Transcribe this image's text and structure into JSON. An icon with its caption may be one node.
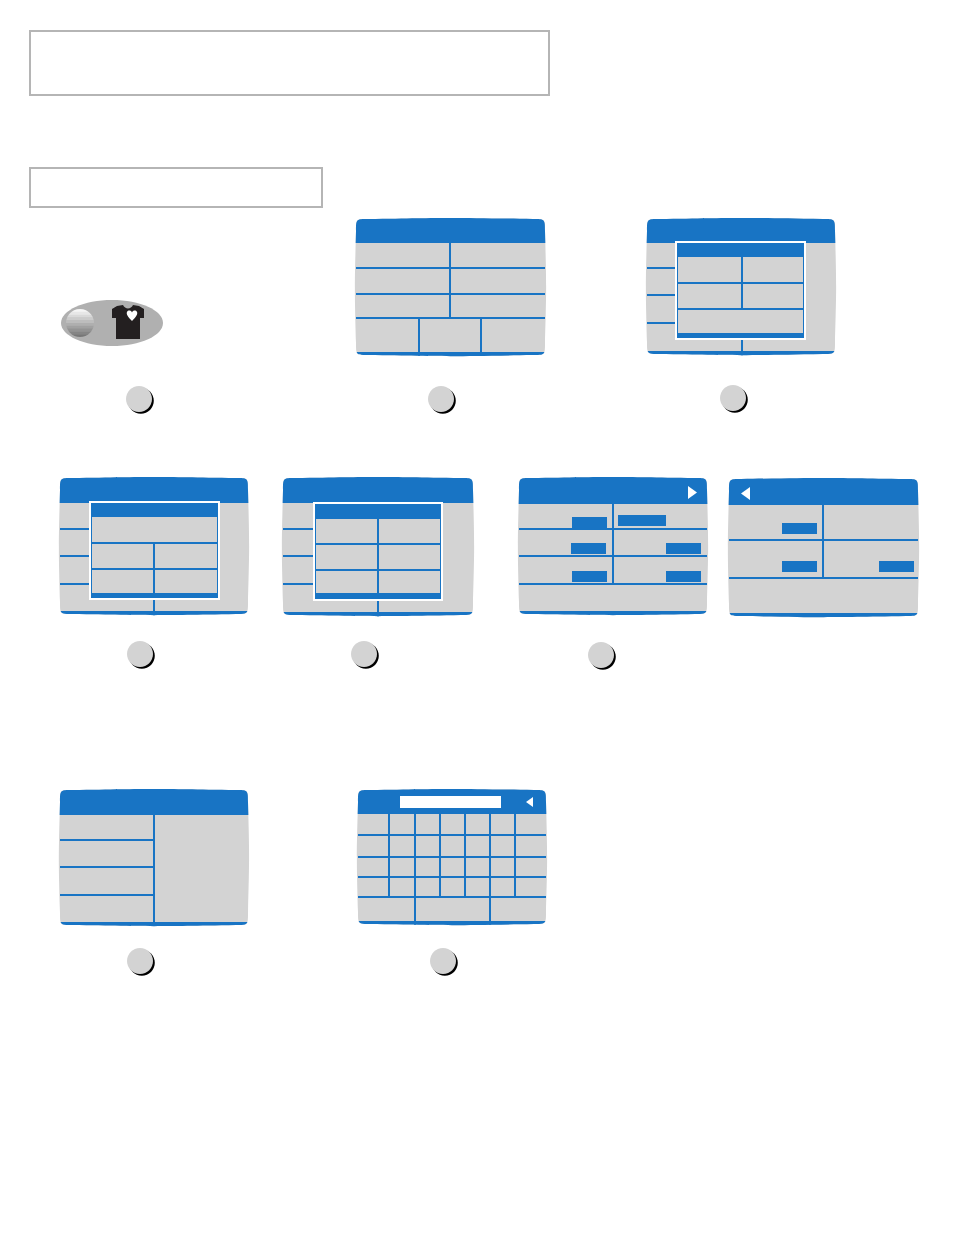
{
  "diagram": {
    "nodes": [
      {
        "text": [],
        "shape": "box"
      },
      {
        "text": [],
        "shape": "box"
      },
      {
        "text": [],
        "shape": "picture"
      },
      {
        "text": [],
        "shape": "picture"
      },
      {
        "text": [],
        "shape": "picture"
      },
      {
        "text": [],
        "shape": "circle"
      },
      {
        "text": [],
        "shape": "circle"
      },
      {
        "text": [],
        "shape": "circle"
      },
      {
        "text": [],
        "shape": "picture"
      },
      {
        "text": [],
        "shape": "picture"
      },
      {
        "text": [],
        "shape": "picture"
      },
      {
        "text": [],
        "shape": "picture"
      },
      {
        "text": [],
        "shape": "circle"
      },
      {
        "text": [],
        "shape": "circle"
      },
      {
        "text": [],
        "shape": "circle"
      },
      {
        "text": [],
        "shape": "picture"
      },
      {
        "text": [],
        "shape": "picture"
      },
      {
        "text": [],
        "shape": "circle"
      },
      {
        "text": [],
        "shape": "circle"
      }
    ]
  }
}
